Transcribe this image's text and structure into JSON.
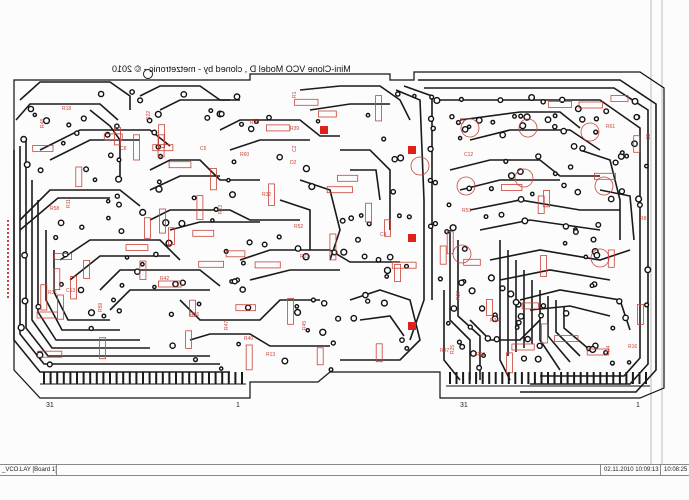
{
  "board": {
    "title": "Mini-Clone VCO Model D , cloned by - metzetronic - © 2010",
    "left_connector": {
      "pin_left": "31",
      "pin_right": "1"
    },
    "right_connector": {
      "pin_left": "31",
      "pin_right": "1"
    }
  },
  "footer": {
    "file_label": "_VCO.LAY [Board 1]",
    "date": "02.11.2010 10:09:13",
    "time": "10:08:25"
  },
  "component_labels": [
    "R48",
    "R18",
    "C8",
    "R22",
    "C5",
    "R60",
    "R1",
    "R39",
    "R20",
    "C2",
    "D2",
    "R32",
    "R23",
    "R52",
    "R58",
    "R11",
    "R31",
    "C13",
    "R59",
    "R42",
    "R26",
    "R47",
    "R40",
    "R13",
    "R45",
    "R21",
    "C4",
    "C9",
    "C12",
    "R53",
    "R27",
    "R24",
    "R37",
    "R25",
    "R62",
    "R61",
    "C3",
    "R8",
    "R16",
    "R4"
  ],
  "colors": {
    "copper": "#1a1a1a",
    "silk": "#c8443a",
    "pad_red": "#e0211b",
    "paper": "#fcfcfc"
  }
}
